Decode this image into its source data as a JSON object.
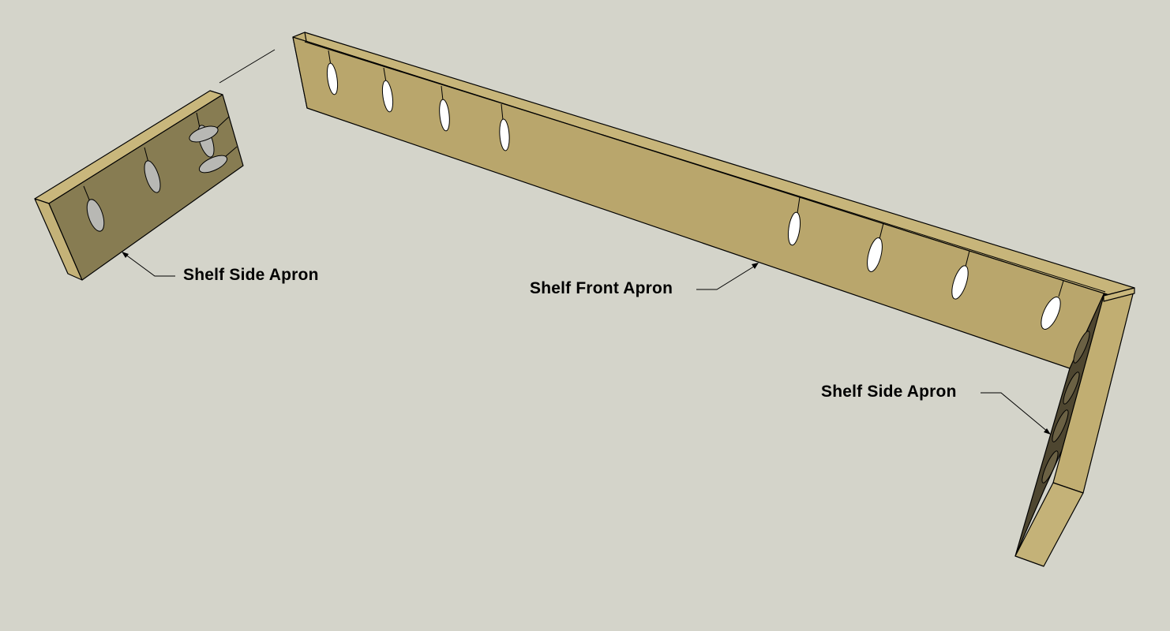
{
  "labels": {
    "left_side_apron": "Shelf Side Apron",
    "front_apron": "Shelf Front Apron",
    "right_side_apron": "Shelf Side Apron"
  },
  "colors": {
    "background": "#d4d4ca",
    "board_face": "#b9a66c",
    "board_top": "#c4b278",
    "board_shadow": "#857a50",
    "board_dark": "#4e4630",
    "hole": "#ffffff",
    "outline": "#000000"
  }
}
